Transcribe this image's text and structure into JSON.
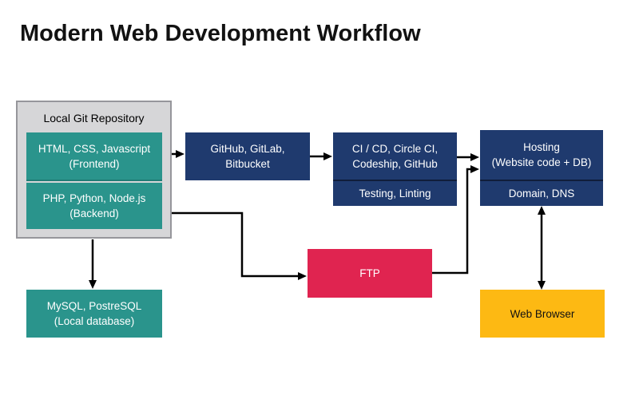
{
  "title": "Modern Web Development Workflow",
  "colors": {
    "teal": "#2a948c",
    "navy": "#1f3a6e",
    "red": "#e02450",
    "yellow": "#fdb913",
    "gray_fill": "#d6d6d8",
    "gray_border": "#96969b",
    "arrow": "#000000"
  },
  "nodes": {
    "local_repo": {
      "label": "Local Git Repository"
    },
    "frontend": {
      "line1": "HTML, CSS, Javascript",
      "line2": "(Frontend)"
    },
    "backend": {
      "line1": "PHP, Python, Node.js",
      "line2": "(Backend)"
    },
    "git_hosting": {
      "line1": "GitHub, GitLab,",
      "line2": "Bitbucket"
    },
    "ci_cd": {
      "line1": "CI / CD, Circle CI,",
      "line2": "Codeship, GitHub"
    },
    "testing": {
      "label": "Testing, Linting"
    },
    "hosting": {
      "line1": "Hosting",
      "line2": "(Website code + DB)"
    },
    "domain": {
      "label": "Domain, DNS"
    },
    "ftp": {
      "label": "FTP"
    },
    "local_db": {
      "line1": "MySQL, PostreSQL",
      "line2": "(Local database)"
    },
    "browser": {
      "label": "Web Browser"
    }
  },
  "edges": [
    {
      "from": "local_repo",
      "to": "git_hosting",
      "type": "arrow"
    },
    {
      "from": "git_hosting",
      "to": "ci_cd",
      "type": "arrow"
    },
    {
      "from": "ci_cd",
      "to": "hosting",
      "type": "arrow"
    },
    {
      "from": "backend",
      "to": "ftp",
      "type": "arrow"
    },
    {
      "from": "ftp",
      "to": "hosting",
      "type": "arrow"
    },
    {
      "from": "local_repo",
      "to": "local_db",
      "type": "arrow"
    },
    {
      "from": "hosting",
      "to": "browser",
      "type": "double-arrow"
    }
  ]
}
